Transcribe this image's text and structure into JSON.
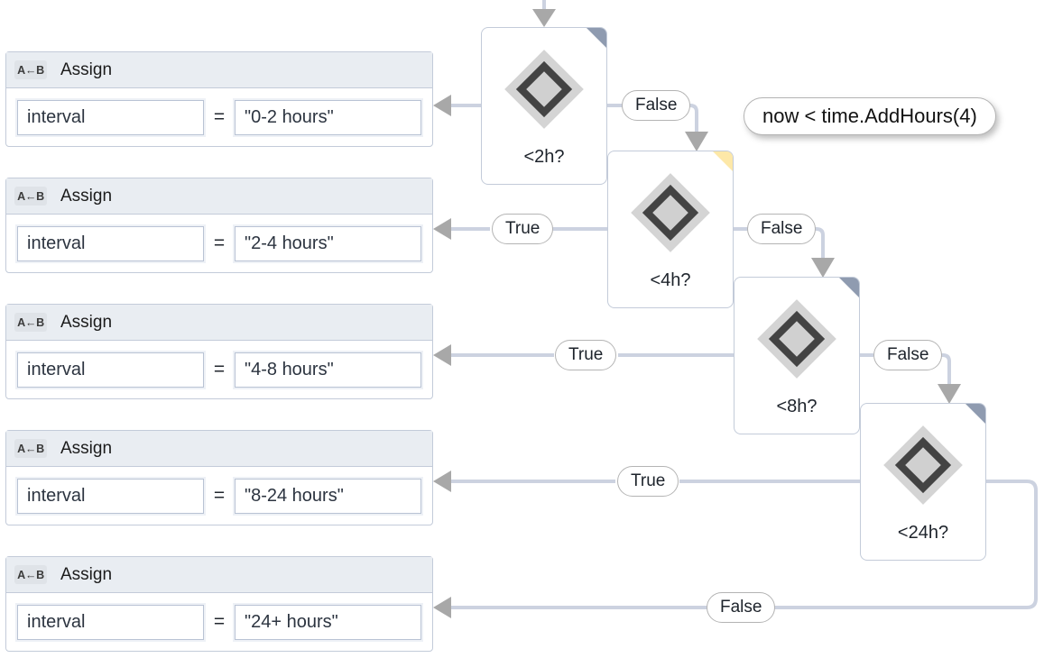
{
  "canvas": {
    "background": "#ffffff",
    "wire_color": "#ccd2e0",
    "arrow_color": "#a8a8a8",
    "header_color": "#e9edf2",
    "highlight_color": "#fde8a8"
  },
  "annotation": {
    "text": "now < time.AddHours(4)"
  },
  "assign_activities": [
    {
      "icon_label": "A←B",
      "title": "Assign",
      "to": "interval",
      "operator": "=",
      "value": "\"0-2 hours\""
    },
    {
      "icon_label": "A←B",
      "title": "Assign",
      "to": "interval",
      "operator": "=",
      "value": "\"2-4 hours\""
    },
    {
      "icon_label": "A←B",
      "title": "Assign",
      "to": "interval",
      "operator": "=",
      "value": "\"4-8 hours\""
    },
    {
      "icon_label": "A←B",
      "title": "Assign",
      "to": "interval",
      "operator": "=",
      "value": "\"8-24 hours\""
    },
    {
      "icon_label": "A←B",
      "title": "Assign",
      "to": "interval",
      "operator": "=",
      "value": "\"24+ hours\""
    }
  ],
  "decisions": [
    {
      "label": "<2h?",
      "flag": "gray"
    },
    {
      "label": "<4h?",
      "flag": "highlight"
    },
    {
      "label": "<8h?",
      "flag": "gray"
    },
    {
      "label": "<24h?",
      "flag": "gray"
    }
  ],
  "edge_labels": {
    "false_1": "False",
    "true_1": "True",
    "false_2": "False",
    "true_2": "True",
    "false_3": "False",
    "true_3": "True",
    "false_4": "False"
  }
}
